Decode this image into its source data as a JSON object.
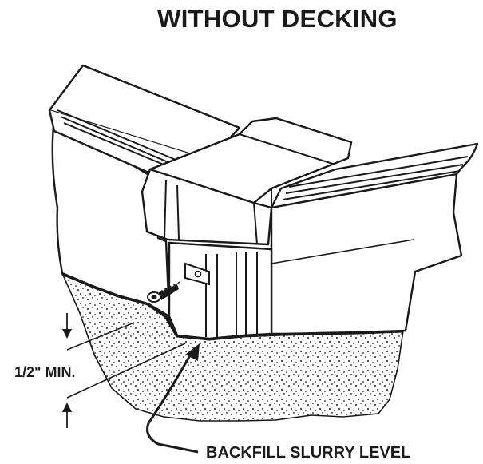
{
  "title": "WITHOUT DECKING",
  "labels": {
    "min_clearance": "1/2\" MIN.",
    "backfill": "BACKFILL SLURRY LEVEL"
  },
  "colors": {
    "ink": "#1a1a1a",
    "background": "#ffffff"
  }
}
